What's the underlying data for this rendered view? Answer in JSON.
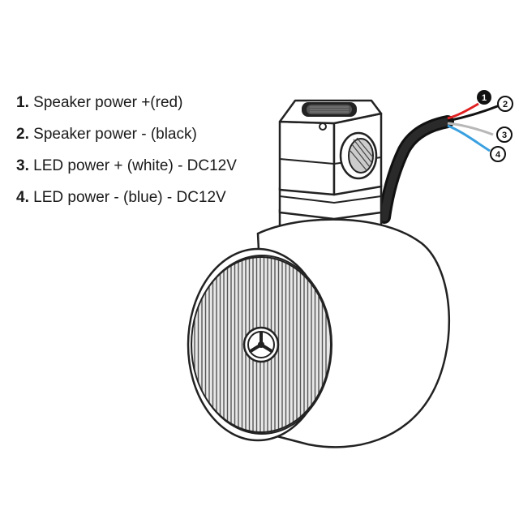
{
  "legend": {
    "items": [
      {
        "num": "1.",
        "text": "Speaker power +(red)"
      },
      {
        "num": "2.",
        "text": "Speaker power - (black)"
      },
      {
        "num": "3.",
        "text": "LED power + (white) - DC12V"
      },
      {
        "num": "4.",
        "text": "LED power - (blue) - DC12V"
      }
    ]
  },
  "wires": [
    {
      "label": "1",
      "color": "#e02020"
    },
    {
      "label": "2",
      "color": "#111111"
    },
    {
      "label": "3",
      "color": "#b8b8b8"
    },
    {
      "label": "4",
      "color": "#3aa0e0"
    }
  ]
}
